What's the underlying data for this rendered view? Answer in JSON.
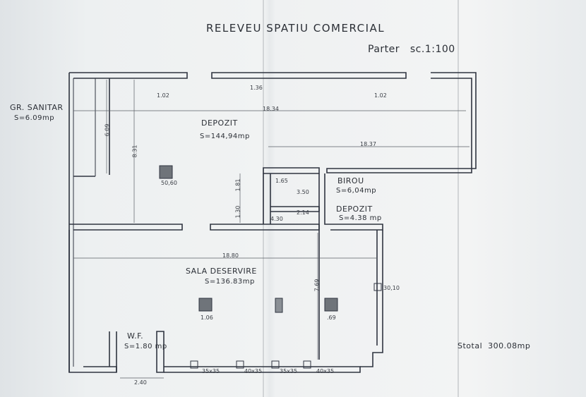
{
  "title": "RELEVEU SPATIU COMERCIAL",
  "floor": "Parter",
  "scale": "sc.1:100",
  "rooms": {
    "gr_sanitar": {
      "name": "GR. SANITAR",
      "area": "S=6.09mp"
    },
    "depozit_mare": {
      "name": "DEPOZIT",
      "area": "S=144,94mp"
    },
    "birou": {
      "name": "BIROU",
      "area": "S=6,04mp"
    },
    "depozit_mic": {
      "name": "DEPOZIT",
      "area": "S=4.38 mp"
    },
    "sala": {
      "name": "SALA DESERVIRE",
      "area": "S=136.83mp"
    },
    "wc": {
      "name": "W.F.",
      "area": "S=1.80 mp"
    }
  },
  "total": {
    "label": "Stotal",
    "value": "300.08mp"
  },
  "dimensions": {
    "d1834": "18.34",
    "d1837": "18.37",
    "d1880": "18.80",
    "d831": "8.31",
    "d609": "6.09",
    "d769": "7.69",
    "d240": "2.40",
    "d102a": "1.02",
    "d102b": "1.02",
    "d136": "1.36",
    "d165": "1.65",
    "d350": "3.50",
    "d214": "2.14",
    "d430": "4.30",
    "d181": "1.81",
    "d130": "1.30",
    "d106": "1.06",
    "d69": ".69",
    "d35a": "35x35",
    "d35b": "40x35",
    "d35c": "35x35",
    "d35d": "40x35",
    "d3010": "30,10",
    "d5060": "50,60"
  }
}
